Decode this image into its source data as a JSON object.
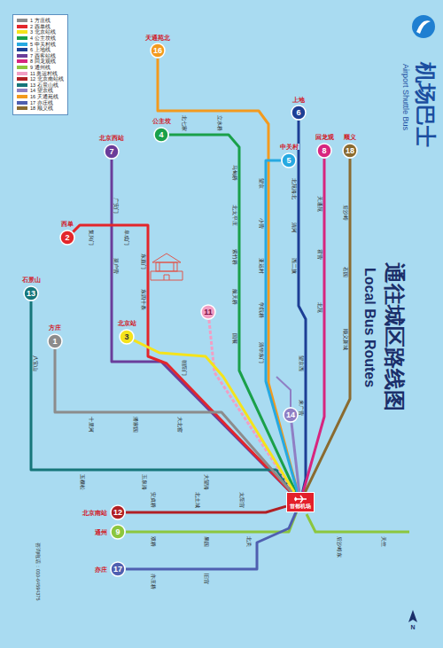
{
  "diagram": {
    "title": "通往城区路线图",
    "nodes": [
      {
        "text": [
          "16"
        ]
      },
      {
        "text": [
          "6"
        ]
      },
      {
        "text": [
          "4"
        ]
      },
      {
        "text": [
          "7"
        ]
      },
      {
        "text": [
          "8"
        ]
      },
      {
        "text": [
          "18"
        ]
      },
      {
        "text": [
          "5"
        ]
      },
      {
        "text": [
          "2"
        ]
      },
      {
        "text": [
          "13"
        ]
      },
      {
        "text": [
          "11"
        ]
      },
      {
        "text": [
          "3"
        ]
      },
      {
        "text": [
          "1"
        ]
      },
      {
        "text": [
          "14"
        ]
      },
      {
        "text": [
          "首都机场"
        ]
      },
      {
        "text": [
          "12"
        ]
      },
      {
        "text": [
          "9"
        ]
      },
      {
        "text": [
          "17"
        ]
      }
    ],
    "edges": [
      {
        "from": 0,
        "to": 13,
        "arrow": "none"
      },
      {
        "from": 1,
        "to": 13,
        "arrow": "none"
      },
      {
        "from": 2,
        "to": 13,
        "arrow": "none"
      },
      {
        "from": 3,
        "to": 13,
        "arrow": "none"
      },
      {
        "from": 4,
        "to": 13,
        "arrow": "none"
      },
      {
        "from": 5,
        "to": 13,
        "arrow": "none"
      },
      {
        "from": 6,
        "to": 13,
        "arrow": "none"
      },
      {
        "from": 7,
        "to": 13,
        "arrow": "none"
      },
      {
        "from": 8,
        "to": 13,
        "arrow": "none"
      },
      {
        "from": 9,
        "to": 13,
        "arrow": "none"
      },
      {
        "from": 10,
        "to": 13,
        "arrow": "none"
      },
      {
        "from": 11,
        "to": 13,
        "arrow": "none"
      },
      {
        "from": 12,
        "to": 13,
        "arrow": "none"
      },
      {
        "from": 14,
        "to": 13,
        "arrow": "none"
      },
      {
        "from": 15,
        "to": 13,
        "arrow": "none"
      },
      {
        "from": 16,
        "to": 13,
        "arrow": "none"
      }
    ],
    "labels": [
      "机场巴士",
      "Airport Shuttle Bus",
      "Local Bus Routes",
      "天通苑北",
      "上地",
      "公主坟",
      "北京西站",
      "回龙观",
      "顺义",
      "中关村",
      "西单",
      "石景山",
      "北京站",
      "方庄",
      "北京南站",
      "通州",
      "亦庄",
      "北七家",
      "立水桥",
      "马甸桥",
      "北太平庄",
      "紫竹桥",
      "航天桥",
      "国展",
      "望京",
      "小营",
      "亚运村",
      "学院桥",
      "清华东门",
      "北苑路北",
      "清河",
      "西二旗",
      "望京西",
      "来广营",
      "天通苑",
      "霍营",
      "北苑",
      "后沙峪",
      "石园",
      "顺义新城",
      "广安门",
      "菜户营",
      "复兴门",
      "阜成门",
      "东直门",
      "东四十条",
      "朝阳门",
      "十里河",
      "潘家园",
      "大北窑",
      "五棵松",
      "玉泉路",
      "大望路",
      "八宝山",
      "安贞桥",
      "北土城",
      "太阳宫",
      "双桥",
      "果园",
      "北关",
      "后沙峪东",
      "天竺",
      "亦庄桥",
      "旧宫",
      "咨询电话：010-64594375",
      "N"
    ],
    "legend": [
      {
        "text": "1 方庄线",
        "color": "#8c8c8c"
      },
      {
        "text": "2 西单线",
        "color": "#e3262b"
      },
      {
        "text": "3 北京站线",
        "color": "#f5e31b"
      },
      {
        "text": "4 公主坟线",
        "color": "#1aa04a"
      },
      {
        "text": "5 中关村线",
        "color": "#27a9e1"
      },
      {
        "text": "6 上地线",
        "color": "#1d3f95"
      },
      {
        "text": "7 西客站线",
        "color": "#6a3d9a"
      },
      {
        "text": "8 回龙观线",
        "color": "#d7257f"
      },
      {
        "text": "9 通州线",
        "color": "#8cc63e"
      },
      {
        "text": "11 奥运村线",
        "color": "#f29ec4"
      },
      {
        "text": "12 北京南站线",
        "color": "#b11f24"
      },
      {
        "text": "13 石景山线",
        "color": "#16767a"
      },
      {
        "text": "14 望京线",
        "color": "#8f7fc4"
      },
      {
        "text": "16 天通苑线",
        "color": "#f39a1e"
      },
      {
        "text": "17 亦庄线",
        "color": "#4f5fb0"
      },
      {
        "text": "18 顺义线",
        "color": "#8a6b30"
      }
    ]
  }
}
